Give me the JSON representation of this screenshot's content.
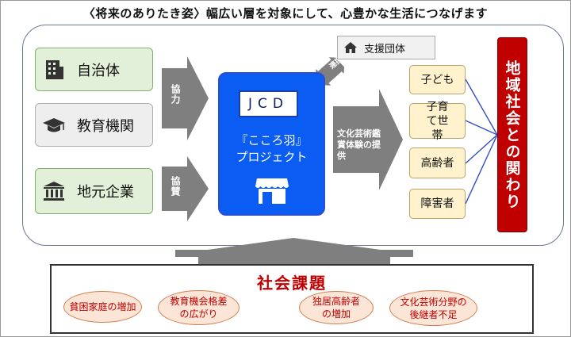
{
  "title": "〈将来のありたき姿〉幅広い層を対象にして、心豊かな生活につなげます",
  "left_orgs": [
    {
      "label": "自治体",
      "icon": "building-icon"
    },
    {
      "label": "教育機関",
      "icon": "graduation-cap-icon"
    },
    {
      "label": "地元企業",
      "icon": "bank-icon"
    }
  ],
  "arrows": {
    "cooperation": "協力",
    "sponsorship": "協賛",
    "provision": "文化芸術鑑賞体験の提供",
    "collaboration": "連携"
  },
  "project": {
    "badge": "JCD",
    "line1": "『こころ羽』",
    "line2": "プロジェクト",
    "icon": "storefront-icon"
  },
  "support_group": {
    "label": "支援団体",
    "icon": "house-icon"
  },
  "audiences": [
    {
      "label": "子ども"
    },
    {
      "label": "子育て世帯"
    },
    {
      "label": "高齢者"
    },
    {
      "label": "障害者"
    }
  ],
  "community": "地域社会との関わり",
  "social_issues": {
    "title": "社会課題",
    "items": [
      {
        "label": "貧困家庭の増加"
      },
      {
        "label": "教育機会格差の広がり"
      },
      {
        "label": "独居高齢者の増加"
      },
      {
        "label": "文化芸術分野の後継者不足"
      }
    ]
  },
  "colors": {
    "green_fill": "#e2f0d9",
    "project_blue": "#0a5cf2",
    "audience_fill": "#fff2cc",
    "accent_red": "#c00000",
    "issue_fill": "#fbe5d6",
    "arrow_gray": "#7f7f7f"
  }
}
